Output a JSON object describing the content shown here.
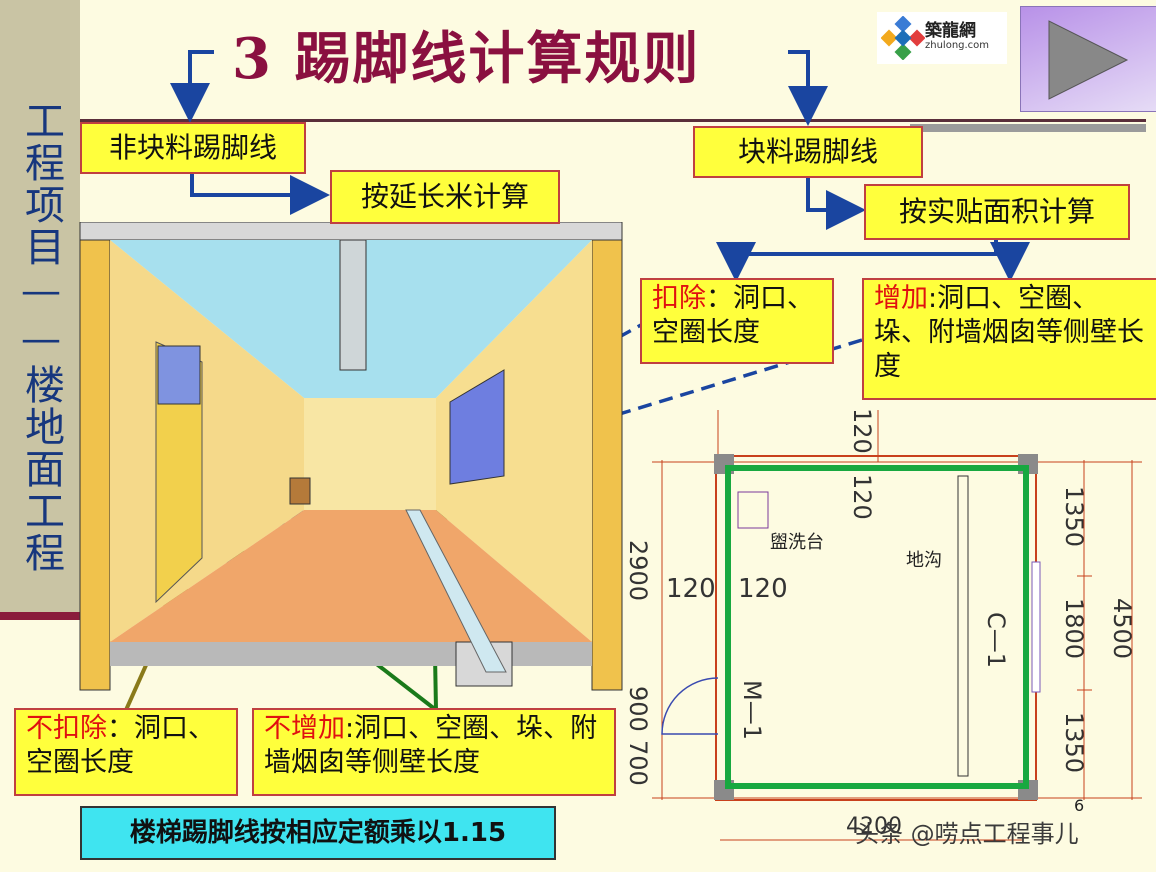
{
  "sidebar": {
    "text": "工程项目——楼地面工程"
  },
  "title": "3 踢脚线计算规则",
  "logo": {
    "name": "築龍網",
    "url_text": "zhulong.com"
  },
  "boxes": {
    "non_block": "非块料踢脚线",
    "by_length": "按延长米计算",
    "block": "块料踢脚线",
    "by_area": "按实贴面积计算",
    "deduct_red": "扣除",
    "deduct_text": "：洞口、空圈长度",
    "add_red": "增加",
    "add_text": ":洞口、空圈、垛、附墙烟囱等侧壁长度",
    "no_deduct_red": "不扣除",
    "no_deduct_text": "：洞口、空圈长度",
    "no_add_red": "不增加",
    "no_add_text": ":洞口、空圈、垛、附墙烟囱等侧壁长度",
    "stair_note": "楼梯踢脚线按相应定额乘以1.15"
  },
  "plan": {
    "dims_right": [
      "1350",
      "1800",
      "1350"
    ],
    "total_right": "4500",
    "dims_left": [
      "2900",
      "900",
      "700"
    ],
    "dims_top": [
      "120",
      "120"
    ],
    "wall_labels": [
      "120",
      "120"
    ],
    "basin_label": "盥洗台",
    "ditch_label": "地沟",
    "window_label": "C—1",
    "door_label": "M—1",
    "bottom_dim": "4200"
  },
  "page_number": "6",
  "watermark": "头条 @唠点工程事儿",
  "colors": {
    "box_fill": "#ffff3c",
    "box_border": "#c04040",
    "title": "#8a1040",
    "sidebar_text": "#17377e",
    "note_fill": "#3fe4f0",
    "plan_green": "#18a840",
    "plan_red": "#c8401c"
  }
}
